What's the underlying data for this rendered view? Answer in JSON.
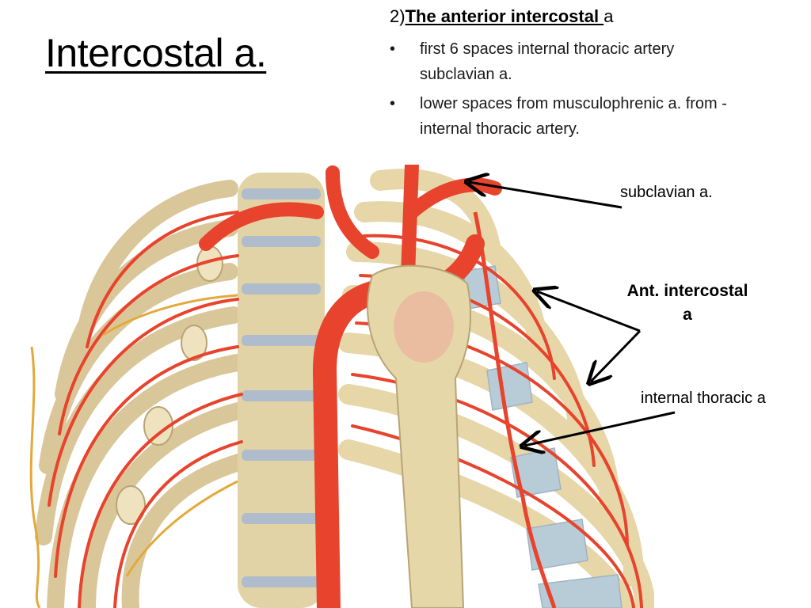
{
  "slide": {
    "title": "Intercostal a.",
    "heading": {
      "prefix": "2)",
      "underlined": "The anterior intercostal ",
      "suffix": "a"
    },
    "bullets": [
      "first 6 spaces internal thoracic artery subclavian a.",
      "lower spaces from musculophrenic a. from -internal thoracic artery."
    ],
    "labels": {
      "subclavian": "subclavian a.",
      "ant_intercostal_line1": "Ant. intercostal",
      "ant_intercostal_line2": "a",
      "internal_thoracic": "internal thoracic a"
    }
  },
  "colors": {
    "bone": "#e9dcb2",
    "bone_shadow": "#c9b685",
    "artery": "#e8432c",
    "cartilage": "#b8ccd8",
    "nerve": "#e3a93a"
  }
}
